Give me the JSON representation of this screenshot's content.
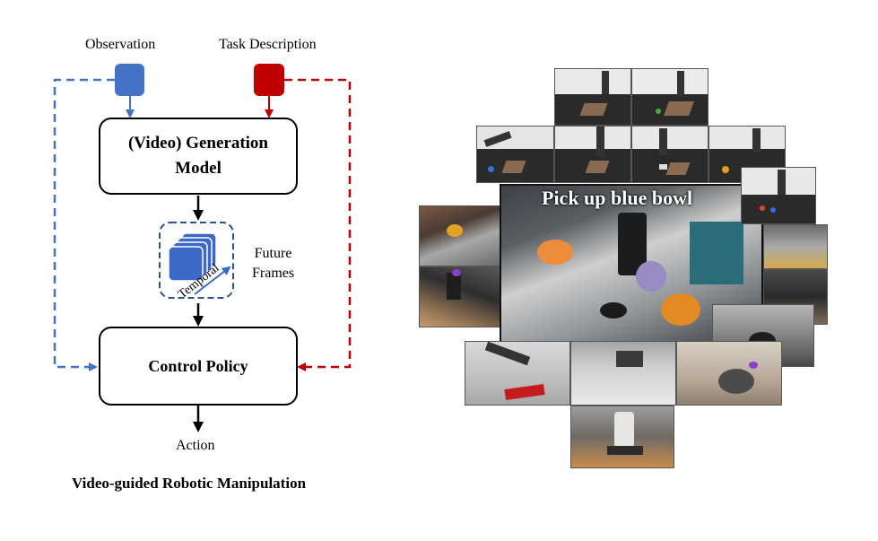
{
  "diagram": {
    "observation_label": "Observation",
    "task_label": "Task Description",
    "generation_model_line1": "(Video) Generation",
    "generation_model_line2": "Model",
    "future_frames_line1": "Future",
    "future_frames_line2": "Frames",
    "temporal_label": "Temporal",
    "control_policy_label": "Control Policy",
    "action_label": "Action",
    "caption": "Video-guided Robotic Manipulation",
    "colors": {
      "observation": "#4472c4",
      "task": "#c00000",
      "frames": "#3b68c9",
      "arrow": "#000000"
    }
  },
  "collage": {
    "overlay_text": "Pick up blue bowl"
  }
}
